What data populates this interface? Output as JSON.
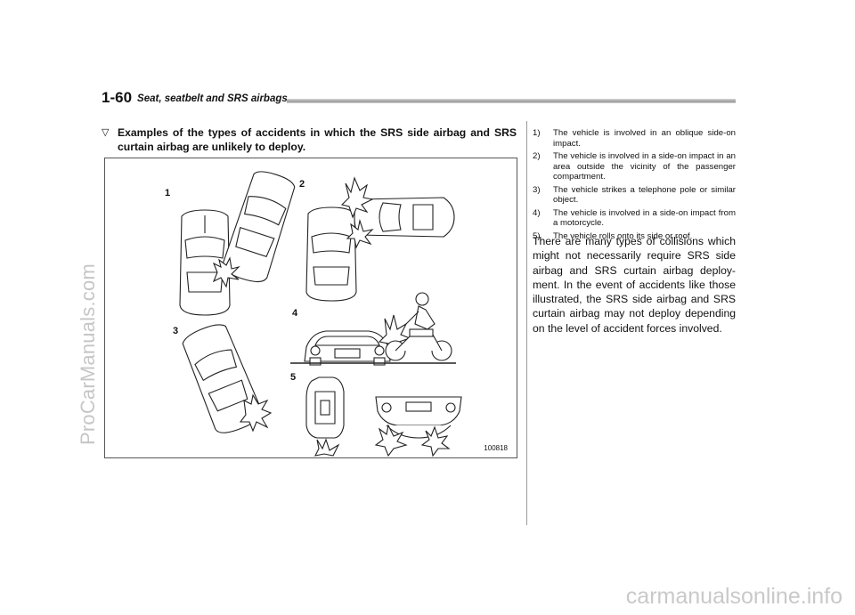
{
  "header": {
    "page_number": "1-60",
    "section_title": "Seat, seatbelt and SRS airbags"
  },
  "heading": {
    "marker": "▽",
    "text": "Examples of the types of accidents in which the SRS side airbag and SRS curtain airbag are unlikely to deploy."
  },
  "figure": {
    "labels": [
      "1",
      "2",
      "3",
      "4",
      "5"
    ],
    "code": "100818"
  },
  "list": [
    {
      "num": "1)",
      "text": "The vehicle is involved in an oblique side-on impact."
    },
    {
      "num": "2)",
      "text": "The vehicle is involved in a side-on impact in an area outside the vicinity of the passenger compartment."
    },
    {
      "num": "3)",
      "text": "The vehicle strikes a telephone pole or similar object."
    },
    {
      "num": "4)",
      "text": "The vehicle is involved in a side-on impact from a motorcycle."
    },
    {
      "num": "5)",
      "text": "The vehicle rolls onto its side or roof."
    }
  ],
  "paragraph": "There are many types of collisions which might not necessarily require SRS side airbag and SRS curtain airbag deploy-ment. In the event of accidents like those illustrated, the SRS side airbag and SRS curtain airbag may not deploy depending on the level of accident forces involved.",
  "watermarks": {
    "side": "ProCarManuals.com",
    "footer": "carmanualsonline.info"
  }
}
